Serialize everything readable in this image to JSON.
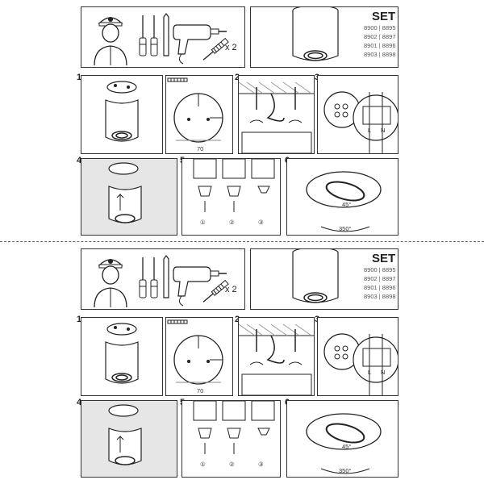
{
  "set_title": "SET",
  "set_codes": [
    "8900 | 8895",
    "8902 | 8897",
    "8901 | 8896",
    "8903 | 8898"
  ],
  "times_label": "x 2",
  "dim_label": "70",
  "angle_tilt": "45°",
  "angle_rotate": "350°",
  "step_numbers": [
    "1",
    "2",
    "3",
    "4",
    "5",
    "6"
  ],
  "bulb_numbers": [
    "①",
    "②",
    "③"
  ],
  "wire_labels": [
    "L",
    "N"
  ],
  "icons": [
    "person-with-helmet-icon",
    "screwdriver-icon",
    "pencil-icon",
    "drill-icon",
    "wall-plug-icon",
    "ceiling-lamp-icon",
    "lamp-base-icon",
    "gu10-bulb-icon",
    "terminal-block-icon"
  ]
}
